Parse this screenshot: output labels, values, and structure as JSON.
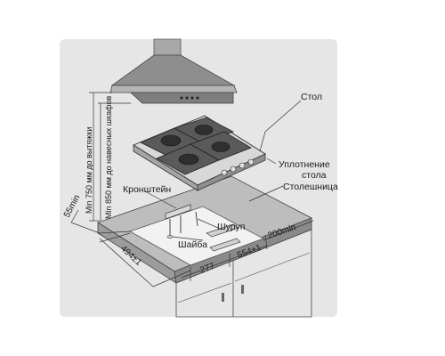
{
  "labels": {
    "stol": "Стол",
    "uplotnenie_line1": "Уплотнение",
    "uplotnenie_line2": "стола",
    "stoleshnitsa": "Столешница",
    "kronshtein": "Кронштейн",
    "shurup": "Шуруп",
    "shaiba": "Шайба"
  },
  "dimensions": {
    "min_750": "Min 750 мм до вытяжки",
    "min_850": "Min 850 мм до навесных шкафов",
    "d55": "55min",
    "d494": "494±1",
    "d277": "277",
    "d554": "554±1",
    "d200": "200min"
  },
  "colors": {
    "panel_bg": "#e6e6e6",
    "counter": "#bdbdbd",
    "hood": "#9a9a9a",
    "line": "#333333"
  }
}
